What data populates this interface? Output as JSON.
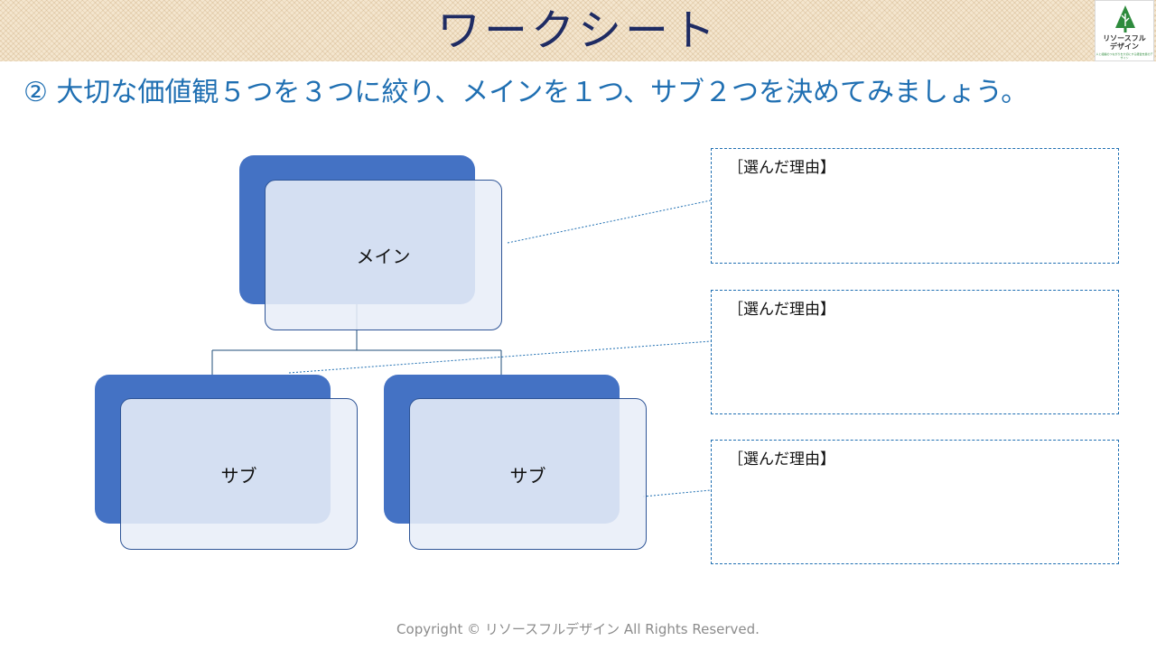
{
  "header": {
    "title": "ワークシート",
    "logo_text_line1": "リソースフル",
    "logo_text_line2": "デザイン",
    "logo_subtext": "人と組織のつながりを大切にする経営支援のデザイン"
  },
  "instruction": "② 大切な価値観５つを３つに絞り、メインを１つ、サブ２つを決めてみましょう。",
  "diagram": {
    "main_label": "メイン",
    "sub_left_label": "サブ",
    "sub_right_label": "サブ"
  },
  "reasons": [
    {
      "title": "［選んだ理由】"
    },
    {
      "title": "［選んだ理由】"
    },
    {
      "title": "［選んだ理由】"
    }
  ],
  "footer": "Copyright © リソースフルデザイン All Rights Reserved.",
  "colors": {
    "accent_blue": "#4472c4",
    "title_navy": "#1e2b63",
    "instruction_blue": "#1f6fb2",
    "logo_green": "#2e8b3d"
  }
}
